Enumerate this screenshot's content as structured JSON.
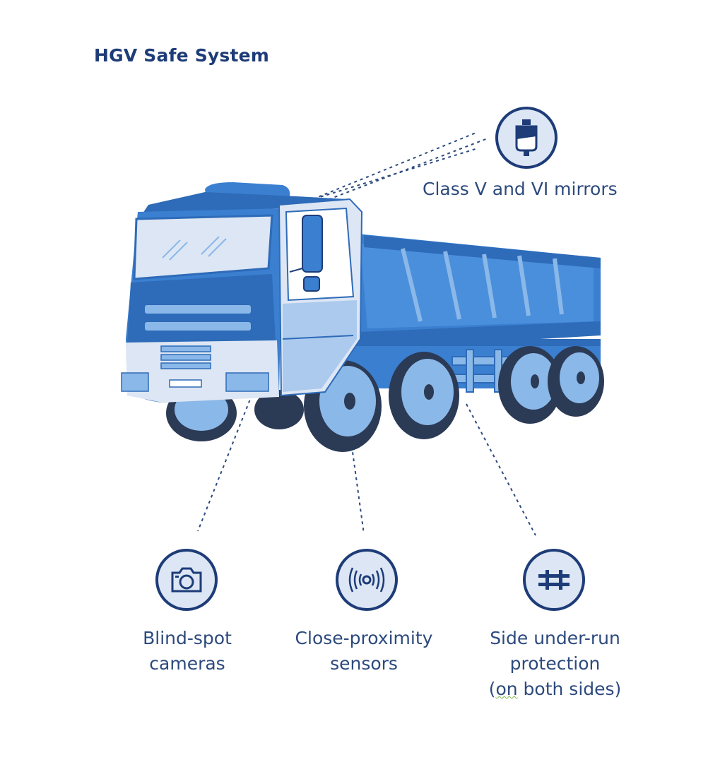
{
  "title": "HGV Safe System",
  "features": {
    "mirrors": {
      "label": "Class V and VI mirrors",
      "icon": "mirror-icon"
    },
    "cameras": {
      "line1": "Blind-spot",
      "line2": "cameras",
      "icon": "camera-icon"
    },
    "sensors": {
      "line1": "Close-proximity",
      "line2": "sensors",
      "icon": "proximity-sensor-icon"
    },
    "underrun": {
      "line1": "Side under-run",
      "line2": "protection",
      "line3_prefix": "(",
      "line3_word": "on",
      "line3_rest": " both sides)",
      "icon": "side-guard-icon"
    }
  },
  "colors": {
    "dark_blue": "#1d3c78",
    "mid_blue": "#3b7fd0",
    "light_blue": "#8ab8e8",
    "pale_blue": "#dde6f4",
    "tyre": "#2b3a55"
  }
}
